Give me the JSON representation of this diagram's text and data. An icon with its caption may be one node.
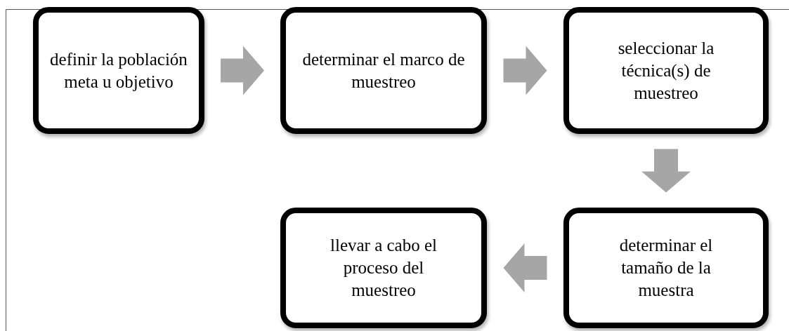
{
  "diagram": {
    "nodes": [
      {
        "text": [
          "definir la población meta u objetivo"
        ]
      },
      {
        "text": [
          "determinar el marco de muestreo"
        ]
      },
      {
        "text": [
          "seleccionar la técnica(s) de muestreo"
        ]
      },
      {
        "text": [
          "determinar el tamaño de la muestra"
        ]
      },
      {
        "text": [
          "llevar a cabo el proceso del muestreo"
        ]
      }
    ],
    "edges": [
      {
        "from": 0,
        "to": 1,
        "arrow": "to"
      },
      {
        "from": 1,
        "to": 2,
        "arrow": "to"
      },
      {
        "from": 2,
        "to": 3,
        "arrow": "to"
      },
      {
        "from": 3,
        "to": 4,
        "arrow": "to"
      }
    ]
  }
}
